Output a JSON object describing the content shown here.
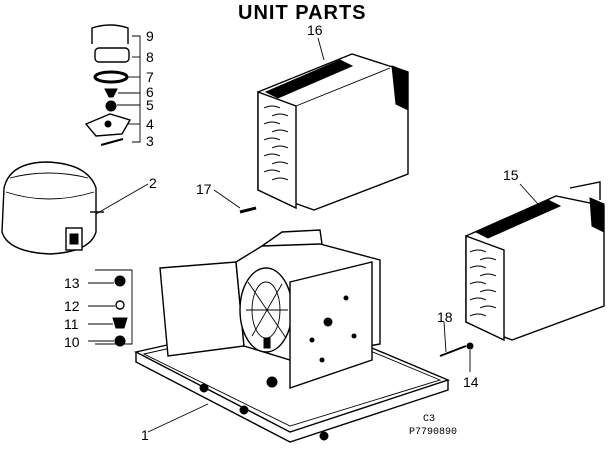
{
  "title": "UNIT PARTS",
  "callouts": [
    "1",
    "2",
    "3",
    "4",
    "5",
    "6",
    "7",
    "8",
    "9",
    "10",
    "11",
    "12",
    "13",
    "14",
    "15",
    "16",
    "17",
    "18"
  ],
  "drawing_code": "C3",
  "part_number": "P7790890"
}
